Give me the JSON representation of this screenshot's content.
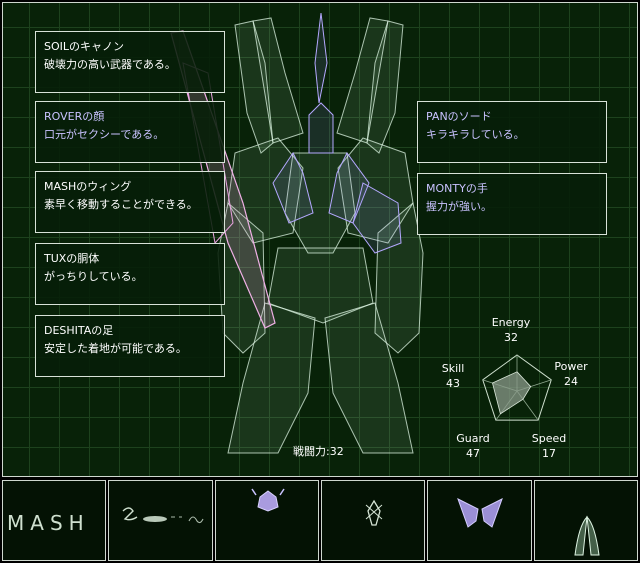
{
  "parts": [
    {
      "title": "SOILのキャノン",
      "desc": "破壊力の高い武器である。",
      "side": "left",
      "tone": "white"
    },
    {
      "title": "ROVERの顔",
      "desc": "口元がセクシーである。",
      "side": "left",
      "tone": "blue"
    },
    {
      "title": "MASHのウィング",
      "desc": "素早く移動することができる。",
      "side": "left",
      "tone": "white"
    },
    {
      "title": "TUXの胴体",
      "desc": "がっちりしている。",
      "side": "left",
      "tone": "white"
    },
    {
      "title": "DESHITAの足",
      "desc": "安定した着地が可能である。",
      "side": "left",
      "tone": "white"
    },
    {
      "title": "PANのソード",
      "desc": "キラキラしている。",
      "side": "right",
      "tone": "blue"
    },
    {
      "title": "MONTYの手",
      "desc": "握力が強い。",
      "side": "right",
      "tone": "blue"
    }
  ],
  "stats": {
    "energy": {
      "label": "Energy",
      "value": "32"
    },
    "power": {
      "label": "Power",
      "value": "24"
    },
    "speed": {
      "label": "Speed",
      "value": "17"
    },
    "guard": {
      "label": "Guard",
      "value": "47"
    },
    "skill": {
      "label": "Skill",
      "value": "43"
    }
  },
  "stat_max": 60,
  "combat_power": "戦闘力:32",
  "selected_name": "MASH",
  "colors": {
    "grid_bg": "#082208",
    "grid_line": "#1d421d",
    "border": "#cfd8cf"
  },
  "strip_icons": [
    "name-slot",
    "cannon-icon",
    "head-icon",
    "body-icon",
    "wing-icon",
    "hand-icon"
  ]
}
